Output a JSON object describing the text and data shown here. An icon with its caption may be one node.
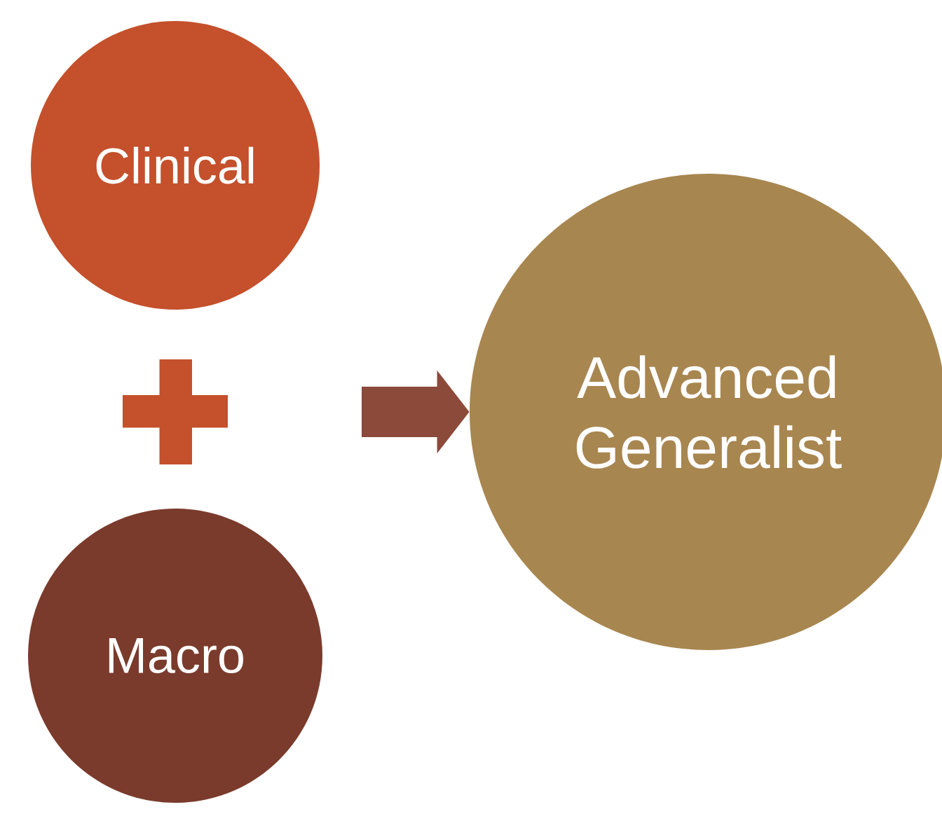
{
  "diagram": {
    "nodes": [
      {
        "text": [
          "Clinical"
        ]
      },
      {
        "text": [],
        "shape": "plus"
      },
      {
        "text": [
          "Macro"
        ]
      },
      {
        "text": [
          "Advanced Generalist"
        ]
      }
    ],
    "edges": [
      {
        "from": null,
        "to": 3,
        "arrow": "to"
      }
    ]
  }
}
